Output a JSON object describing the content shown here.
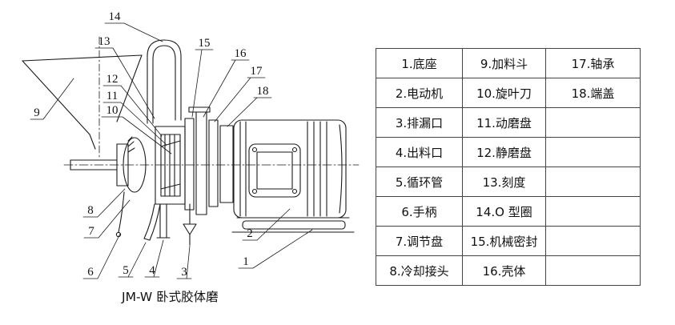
{
  "diagram": {
    "caption": "JM-W 卧式胶体磨",
    "callouts": [
      "1",
      "2",
      "3",
      "4",
      "5",
      "6",
      "7",
      "8",
      "9",
      "10",
      "11",
      "12",
      "13",
      "14",
      "15",
      "16",
      "17",
      "18"
    ]
  },
  "table": {
    "rows": [
      [
        "1.底座",
        "9.加料斗",
        "17.轴承"
      ],
      [
        "2.电动机",
        "10.旋叶刀",
        "18.端盖"
      ],
      [
        "3.排漏口",
        "11.动磨盘",
        ""
      ],
      [
        "4.出料口",
        "12.静磨盘",
        ""
      ],
      [
        "5.循环管",
        "13.刻度",
        ""
      ],
      [
        "6.手柄",
        "14.O 型圈",
        ""
      ],
      [
        "7.调节盘",
        "15.机械密封",
        ""
      ],
      [
        "8.冷却接头",
        "16.壳体",
        ""
      ]
    ]
  }
}
